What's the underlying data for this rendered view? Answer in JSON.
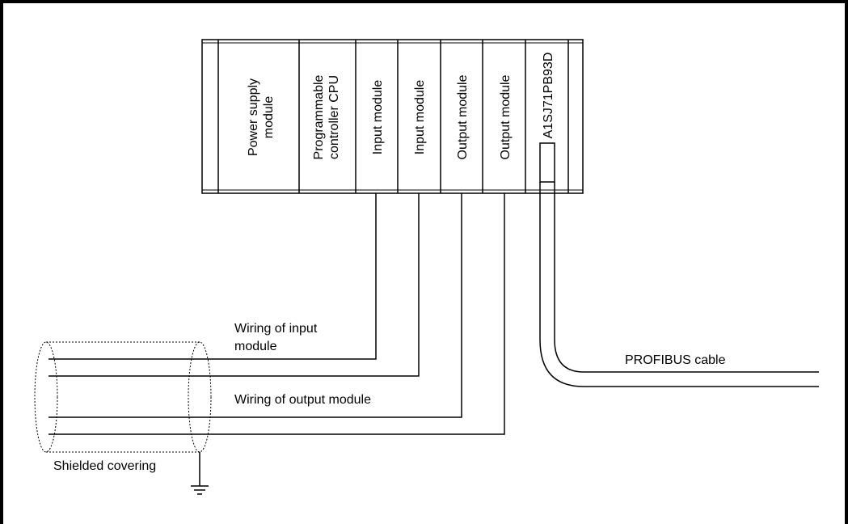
{
  "modules": [
    {
      "id": "power-supply-module",
      "lines": [
        "Power supply",
        "module"
      ]
    },
    {
      "id": "programmable-controller-cpu",
      "lines": [
        "Programmable",
        "controller CPU"
      ]
    },
    {
      "id": "input-module-1",
      "lines": [
        "Input module"
      ]
    },
    {
      "id": "input-module-2",
      "lines": [
        "Input module"
      ]
    },
    {
      "id": "output-module-1",
      "lines": [
        "Output module"
      ]
    },
    {
      "id": "output-module-2",
      "lines": [
        "Output module"
      ]
    },
    {
      "id": "profibus-module",
      "lines": [
        "A1SJ71PB93D"
      ]
    }
  ],
  "labels": {
    "wiring_input_line1": "Wiring of input",
    "wiring_input_line2": "module",
    "wiring_output": "Wiring of output module",
    "profibus_cable": "PROFIBUS cable",
    "shielded_covering": "Shielded covering"
  }
}
